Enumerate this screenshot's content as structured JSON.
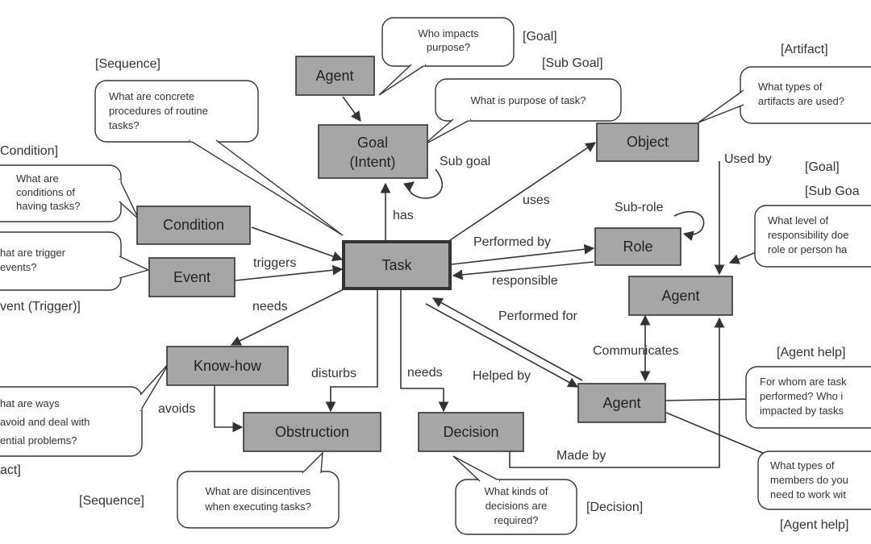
{
  "nodes": {
    "task": "Task",
    "goal_line1": "Goal",
    "goal_line2": "(Intent)",
    "agent_top": "Agent",
    "object": "Object",
    "role": "Role",
    "agent_right": "Agent",
    "agent_mid": "Agent",
    "condition": "Condition",
    "event": "Event",
    "knowhow": "Know-how",
    "obstruction": "Obstruction",
    "decision": "Decision"
  },
  "edges": {
    "has": "has",
    "sub_goal": "Sub goal",
    "uses": "uses",
    "used_by": "Used by",
    "performed_by": "Performed by",
    "responsible": "responsible",
    "sub_role": "Sub-role",
    "performed_for": "Performed for",
    "communicates": "Communicates",
    "helped_by": "Helped by",
    "made_by": "Made by",
    "triggers": "triggers",
    "needs_knowhow": "needs",
    "needs_decision": "needs",
    "disturbs": "disturbs",
    "avoids": "avoids"
  },
  "tags": {
    "goal_top": "[Goal]",
    "sub_goal_top": "[Sub Goal]",
    "sequence_top": "[Sequence]",
    "artifact_top": "[Artifact]",
    "goal_right": "[Goal]",
    "sub_goal_right": "[Sub Goa",
    "condition_left": "Condition]",
    "event_left": "vent (Trigger)]",
    "artifact_left": "act]",
    "sequence_bottom": "[Sequence]",
    "decision_bottom": "[Decision]",
    "agent_help_top": "[Agent help]",
    "agent_help_bottom": "[Agent help]"
  },
  "questions": {
    "who_impacts": [
      "Who impacts",
      "purpose?"
    ],
    "purpose_task": [
      "What is purpose of task?"
    ],
    "procedures": [
      "What are concrete",
      "procedures of routine",
      "tasks?"
    ],
    "artifacts": [
      "What types of",
      "artifacts are used?"
    ],
    "conditions": [
      "What are",
      "conditions of",
      "having tasks?"
    ],
    "trigger": [
      "hat are trigger",
      "events?"
    ],
    "responsibility": [
      "What level of",
      "responsibility doe",
      "role or person ha"
    ],
    "ways": [
      "hat are ways",
      "avoid and deal with",
      "ential problems?"
    ],
    "disincentives": [
      "What are disincentives",
      "when executing tasks?"
    ],
    "decisions": [
      "What kinds of",
      "decisions are",
      "required?"
    ],
    "for_whom": [
      "For whom are task",
      "performed? Who i",
      "impacted by tasks"
    ],
    "members": [
      "What types of",
      "members do you",
      "need to work wit"
    ]
  },
  "colors": {
    "node_fill": "#a6a6a6",
    "stroke": "#333333",
    "background": "#ffffff"
  }
}
